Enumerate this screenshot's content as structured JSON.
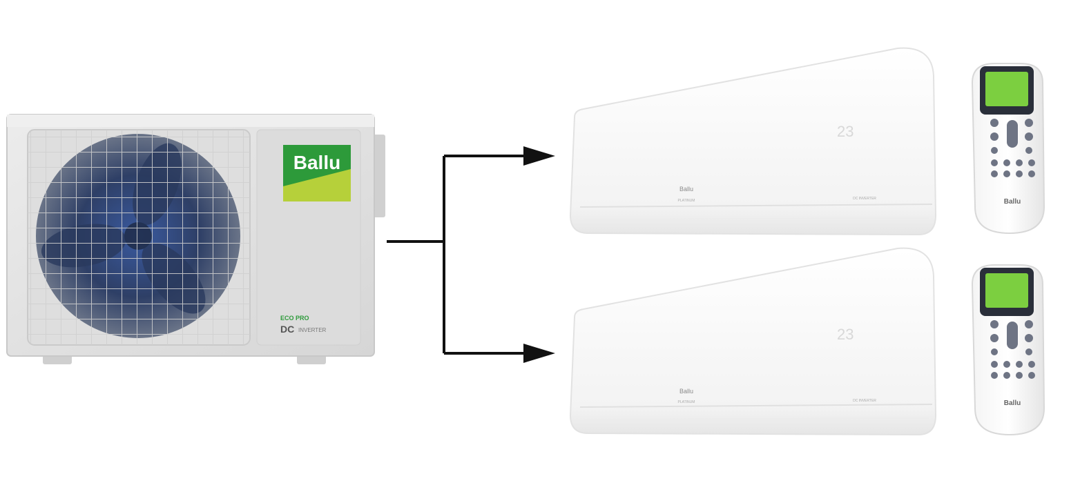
{
  "outdoor_unit": {
    "brand": "Ballu",
    "eco_badge": "ECO PRO",
    "dc_badge": "DC",
    "dc_sub": "INVERTER"
  },
  "indoor_units": [
    {
      "brand": "Ballu",
      "display": "23",
      "series": "PLATINUM",
      "sub": "DC INVERTER"
    },
    {
      "brand": "Ballu",
      "display": "23",
      "series": "PLATINUM",
      "sub": "DC INVERTER"
    }
  ],
  "remotes": [
    {
      "brand": "Ballu"
    },
    {
      "brand": "Ballu"
    }
  ],
  "colors": {
    "unit_body": "#e4e4e4",
    "fan_blue": "#3a4f7a",
    "logo_green": "#2d9a3a",
    "logo_lime": "#b6d03a",
    "remote_screen": "#7ccf40",
    "arrow": "#111111"
  }
}
